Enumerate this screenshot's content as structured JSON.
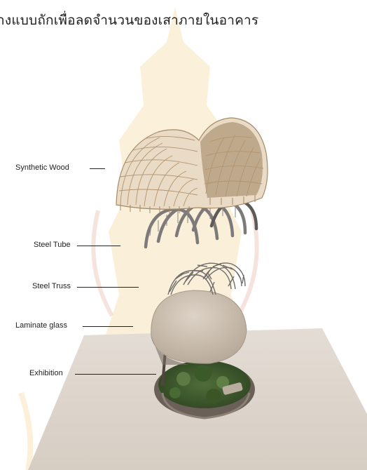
{
  "heading": "างแบบถักเพื่อลดจำนวนของเสาภายในอาคาร",
  "layers": [
    {
      "label": "Synthetic Wood"
    },
    {
      "label": "Steel Tube"
    },
    {
      "label": "Steel Truss"
    },
    {
      "label": "Laminate glass"
    },
    {
      "label": "Exhibition"
    }
  ],
  "colors": {
    "ground": "#ddd5cc",
    "wood": "#c9ab84",
    "steel": "#7d7a79",
    "glass": "#c8bcae",
    "greenery": "#3f5a2f",
    "watermark": "#e8b23a"
  }
}
